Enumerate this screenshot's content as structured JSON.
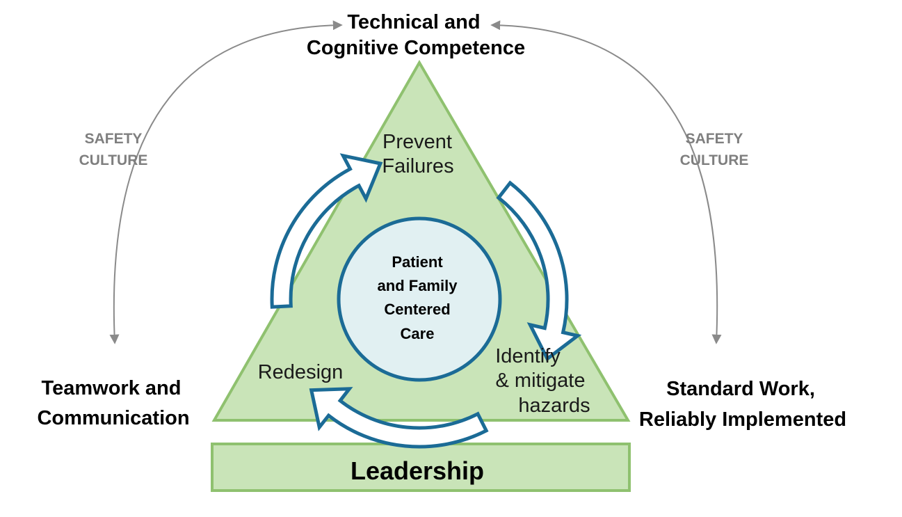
{
  "colors": {
    "triangle_fill": "#c9e4b8",
    "triangle_stroke": "#8fc16f",
    "arrow_stroke": "#1b6b96",
    "arrow_fill": "#ffffff",
    "center_fill": "#e1f0f2",
    "leadership_fill": "#c9e4b8",
    "leadership_stroke": "#8fc16f",
    "culture_arc": "#8a8a8a",
    "culture_text": "#7f7f7f"
  },
  "top_label": {
    "line1": "Technical and",
    "line2": "Cognitive Competence"
  },
  "left_label": {
    "line1": "Teamwork and",
    "line2": "Communication"
  },
  "right_label": {
    "line1": "Standard Work,",
    "line2": "Reliably Implemented"
  },
  "culture_left": {
    "line1": "SAFETY",
    "line2": "CULTURE"
  },
  "culture_right": {
    "line1": "SAFETY",
    "line2": "CULTURE"
  },
  "cycle": {
    "prevent": {
      "line1": "Prevent",
      "line2": "Failures"
    },
    "identify": {
      "line1": "Identify",
      "line2": "& mitigate",
      "line3": "hazards"
    },
    "redesign": {
      "line1": "Redesign"
    }
  },
  "center": {
    "line1": "Patient",
    "line2": "and Family",
    "line3": "Centered",
    "line4": "Care"
  },
  "leadership": {
    "label": "Leadership"
  }
}
